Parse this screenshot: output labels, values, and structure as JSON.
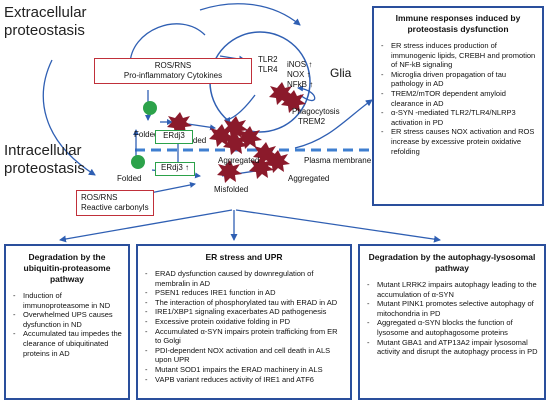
{
  "sections": {
    "extracellular": "Extracellular\nproteostasis",
    "intracellular": "Intracellular\nproteostasis"
  },
  "labels": {
    "plasma_membrane": "Plasma membrane",
    "folded_top": "Folded",
    "folded_bottom": "Folded",
    "misfolded_top": "Misfolded",
    "misfolded_bottom": "Misfolded",
    "aggregated_top": "Aggregated",
    "aggregated_bottom": "Aggregated",
    "erdj3_top": "ERdj3",
    "erdj3_bottom": "ERdj3 ↑"
  },
  "glia": {
    "title": "Glia",
    "tlr2": "TLR2",
    "tlr4": "TLR4",
    "inos": "iNOS ↑",
    "nox": "NOX ↑",
    "nfkb": "NFkB ↑",
    "phagocytosis": "Phagocytosis",
    "trem2": "TREM2"
  },
  "ros_top": {
    "line1": "ROS/RNS",
    "line2": "Pro-inflammatory Cytokines"
  },
  "ros_bottom": {
    "line1": "ROS/RNS",
    "line2": "Reactive carbonyls"
  },
  "immune_box": {
    "title": "Immune responses induced by proteostasis dysfunction",
    "items": [
      "ER stress induces production of immunogenic lipids, CREBH and promotion of NF-kB signaling",
      "Microglia driven propagation of tau pathology in AD",
      "TREM2/mTOR dependent amyloid clearance in AD",
      "α-SYN -mediated TLR2/TLR4/NLRP3 activation in PD",
      "ER stress causes NOX activation and ROS increase by excessive protein oxidative refolding"
    ]
  },
  "ups_box": {
    "title": "Degradation by the ubiquitin-proteasome pathway",
    "items": [
      "Induction of immunoproteasome in ND",
      "Overwhelmed UPS causes dysfunction in ND",
      "Accumulated tau impedes the clearance of ubiquitinated proteins in AD"
    ]
  },
  "upr_box": {
    "title": "ER stress and UPR",
    "items": [
      "ERAD dysfunction caused by downregulation of membralin in AD",
      "PSEN1 reduces IRE1 function in AD",
      "The interaction of phosphorylated tau with ERAD in AD",
      "IRE1/XBP1 signaling exacerbates AD pathogenesis",
      "Excessive protein oxidative folding in PD",
      "Accumulated α-SYN impairs protein trafficking from ER to Golgi",
      "PDI-dependent NOX activation and cell death in ALS upon UPR",
      "Mutant SOD1 impairs the ERAD machinery in ALS",
      "VAPB variant reduces activity of IRE1 and ATF6"
    ]
  },
  "autophagy_box": {
    "title": "Degradation by the autophagy-lysosomal pathway",
    "items": [
      "Mutant LRRK2 impairs autophagy leading to the accumulation of α-SYN",
      "Mutant PINK1 promotes selective autophagy of mitochondria in PD",
      "Aggregated α-SYN blocks the function of lysosome and autophagosome proteins",
      "Mutant GBA1 and ATP13A2 impair lysosomal activity and disrupt the autophagy process in PD"
    ]
  },
  "colors": {
    "arrow_blue": "#2f5fb3",
    "box_border": "#2a4f9c",
    "red": "#c0303a",
    "green": "#2ca24a",
    "protein_red": "#8b1a2b"
  }
}
